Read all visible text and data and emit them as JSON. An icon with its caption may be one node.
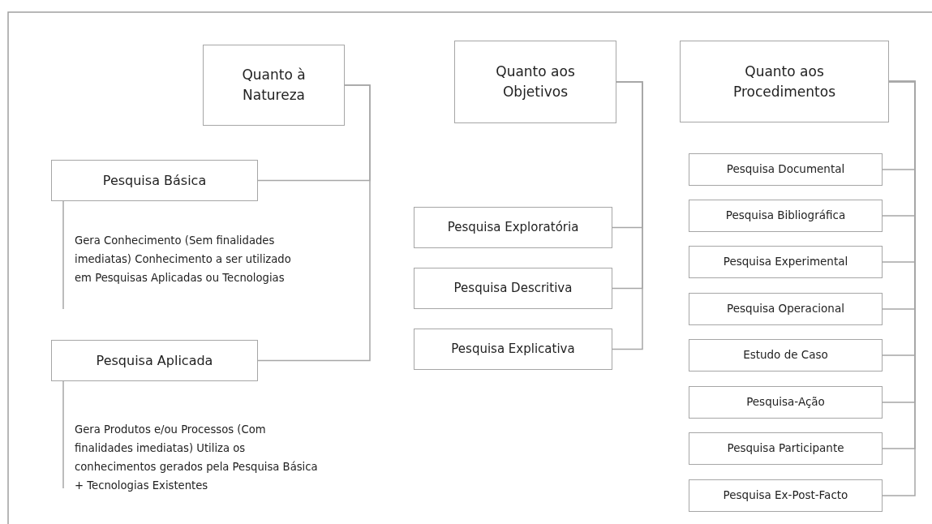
{
  "diagram": {
    "nodes": [
      {
        "text": [
          "Quanto à Natureza"
        ]
      },
      {
        "text": [
          "Pesquisa Básica"
        ]
      },
      {
        "text": [
          "Gera Conhecimento (Sem finalidades imediatas) Conhecimento a ser utilizado em Pesquisas Aplicadas ou Tecnologias"
        ]
      },
      {
        "text": [
          "Pesquisa Aplicada"
        ]
      },
      {
        "text": [
          "Gera Produtos e/ou Processos (Com finalidades imediatas) Utiliza os conhecimentos gerados pela Pesquisa Básica + Tecnologias Existentes"
        ]
      },
      {
        "text": [
          "Quanto aos Objetivos"
        ]
      },
      {
        "text": [
          "Pesquisa Exploratória"
        ]
      },
      {
        "text": [
          "Pesquisa Descritiva"
        ]
      },
      {
        "text": [
          "Pesquisa Explicativa"
        ]
      },
      {
        "text": [
          "Quanto aos Procedimentos"
        ]
      },
      {
        "text": [
          "Pesquisa Documental"
        ]
      },
      {
        "text": [
          "Pesquisa Bibliográfica"
        ]
      },
      {
        "text": [
          "Pesquisa Experimental"
        ]
      },
      {
        "text": [
          "Pesquisa Operacional"
        ]
      },
      {
        "text": [
          "Estudo de Caso"
        ]
      },
      {
        "text": [
          "Pesquisa-Ação"
        ]
      },
      {
        "text": [
          "Pesquisa Participante"
        ]
      },
      {
        "text": [
          "Pesquisa Ex-Post-Facto"
        ]
      }
    ],
    "edges": [
      {
        "from": 0,
        "to": 1,
        "arrow": "none"
      },
      {
        "from": 0,
        "to": 3,
        "arrow": "none"
      },
      {
        "from": 1,
        "to": 2,
        "arrow": "none"
      },
      {
        "from": 3,
        "to": 4,
        "arrow": "none"
      },
      {
        "from": 5,
        "to": 6,
        "arrow": "none"
      },
      {
        "from": 5,
        "to": 7,
        "arrow": "none"
      },
      {
        "from": 5,
        "to": 8,
        "arrow": "none"
      },
      {
        "from": 9,
        "to": 10,
        "arrow": "none"
      },
      {
        "from": 9,
        "to": 11,
        "arrow": "none"
      },
      {
        "from": 9,
        "to": 12,
        "arrow": "none"
      },
      {
        "from": 9,
        "to": 13,
        "arrow": "none"
      },
      {
        "from": 9,
        "to": 14,
        "arrow": "none"
      },
      {
        "from": 9,
        "to": 15,
        "arrow": "none"
      },
      {
        "from": 9,
        "to": 16,
        "arrow": "none"
      },
      {
        "from": 9,
        "to": 17,
        "arrow": "none"
      }
    ]
  }
}
